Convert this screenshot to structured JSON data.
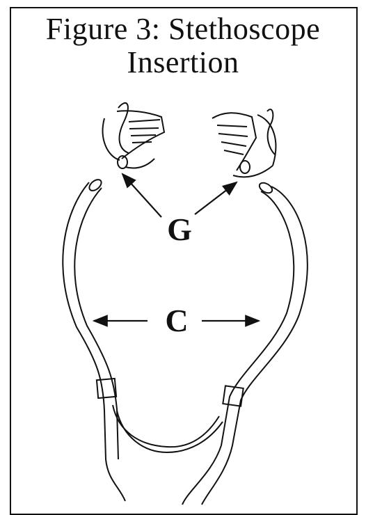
{
  "figure": {
    "title_line1": "Figure 3:  Stethoscope",
    "title_line2": "Insertion"
  },
  "labels": {
    "g": "G",
    "c": "C"
  },
  "colors": {
    "ink": "#111111",
    "background": "#ffffff"
  }
}
